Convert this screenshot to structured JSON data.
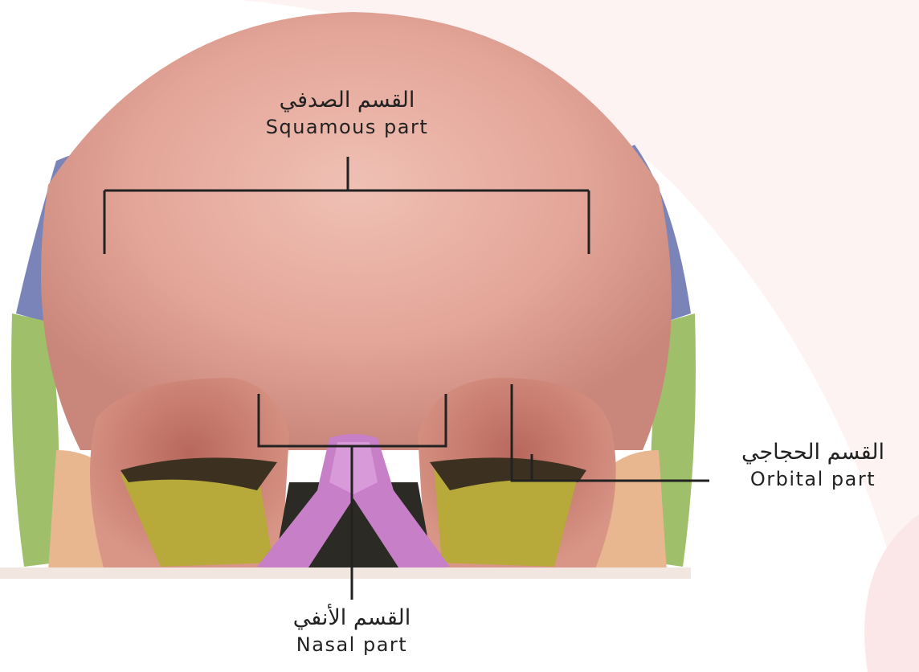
{
  "labels": {
    "squamous": {
      "arabic": "القسم الصدفي",
      "english": "Squamous part"
    },
    "orbital": {
      "arabic": "القسم الحجاجي",
      "english": "Orbital part"
    },
    "nasal": {
      "arabic": "القسم الأنفي",
      "english": "Nasal part"
    }
  },
  "colors": {
    "frontal_bone": "#e3a598",
    "frontal_shadow": "#c97a6e",
    "parietal": "#7a84b8",
    "temporal": "#9fbf6a",
    "sphenoid": "#b7a93a",
    "zygomatic": "#e8b68f",
    "nasal_bones": "#c77fc7",
    "leader_line": "#222222",
    "watermark": "#fbecec"
  }
}
